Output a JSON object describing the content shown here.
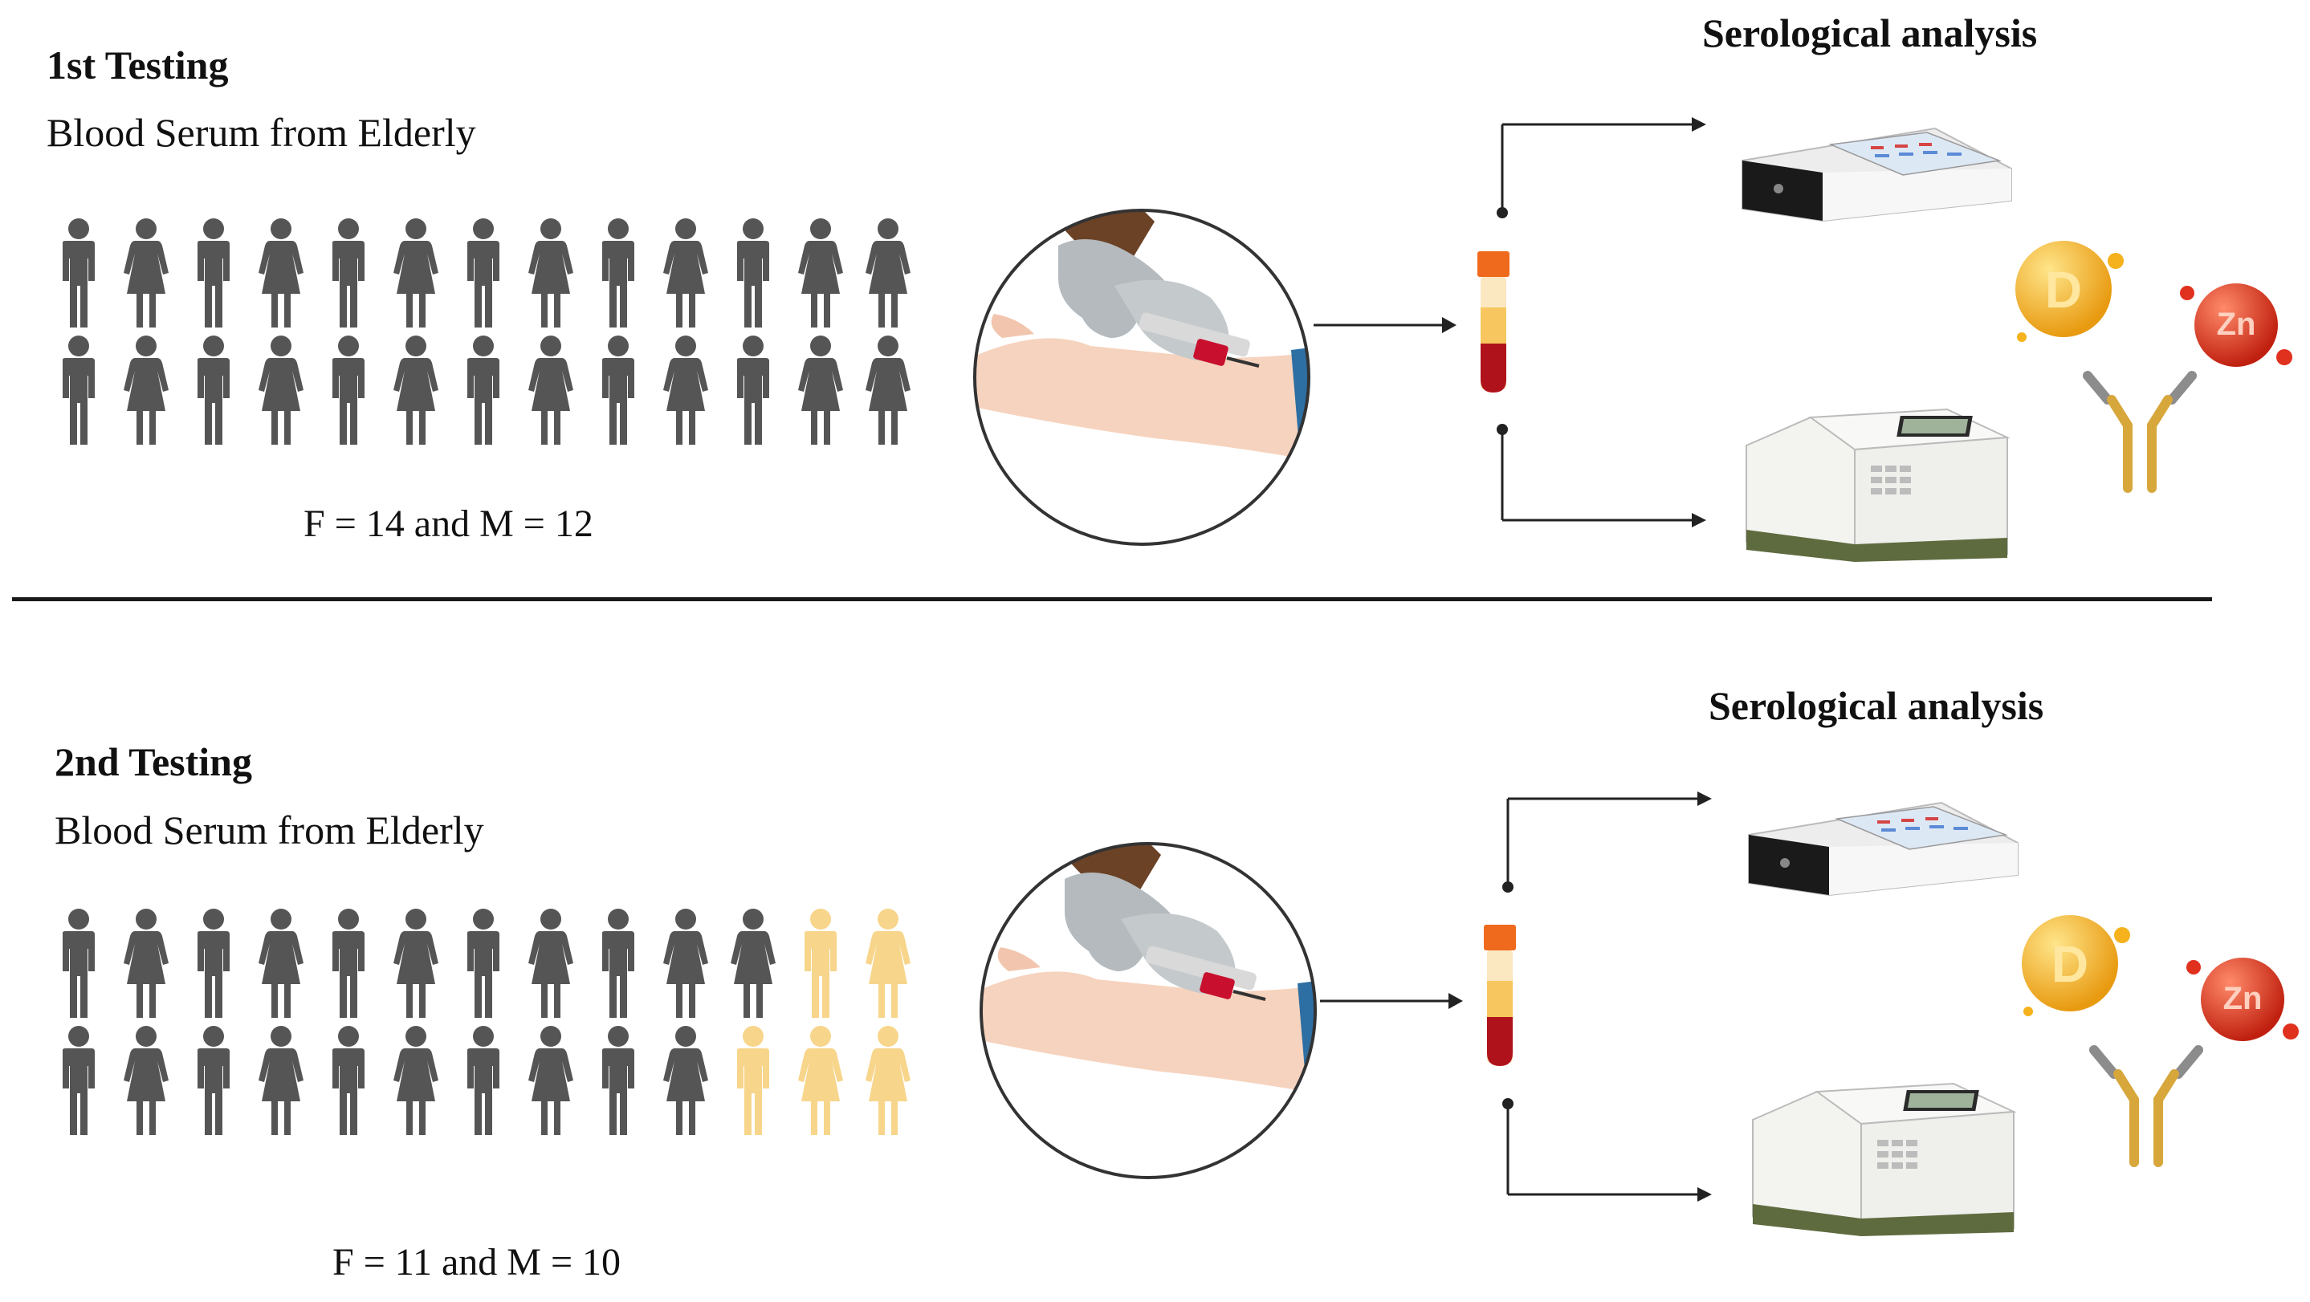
{
  "colors": {
    "person_gray": "#555555",
    "person_highlight": "#F7D58B",
    "divider": "#1a1a1a",
    "tube_cap": "#F06A1D",
    "blood": "#B0121B",
    "serum": "#F7C65E",
    "vitamin_d": "#F5B21C",
    "zinc": "#E0301E",
    "antibody_gray": "#8C8C8C",
    "antibody_gold": "#D7A73C"
  },
  "panels": [
    {
      "heading": "1st Testing",
      "subtitle": "Blood Serum from Elderly",
      "counts_label": "F = 14 and M = 12",
      "serology_label": "Serological analysis",
      "people_rows": [
        [
          "m",
          "f",
          "m",
          "f",
          "m",
          "f",
          "m",
          "f",
          "m",
          "f",
          "m",
          "f",
          "f"
        ],
        [
          "m",
          "f",
          "m",
          "f",
          "m",
          "f",
          "m",
          "f",
          "m",
          "f",
          "m",
          "f",
          "f"
        ]
      ],
      "highlighted": [
        [
          0,
          0,
          0,
          0,
          0,
          0,
          0,
          0,
          0,
          0,
          0,
          0,
          0
        ],
        [
          0,
          0,
          0,
          0,
          0,
          0,
          0,
          0,
          0,
          0,
          0,
          0,
          0
        ]
      ],
      "icons": [
        "blood-draw-icon",
        "blood-tube-icon",
        "ichroma-analyzer-icon",
        "chemistry-analyzer-icon",
        "vitamin-d-icon",
        "zinc-icon",
        "antibody-icon"
      ]
    },
    {
      "heading": "2nd Testing",
      "subtitle": "Blood Serum from Elderly",
      "counts_label": "F = 11 and M = 10",
      "serology_label": "Serological analysis",
      "people_rows": [
        [
          "m",
          "f",
          "m",
          "f",
          "m",
          "f",
          "m",
          "f",
          "m",
          "f",
          "f",
          "m",
          "f"
        ],
        [
          "m",
          "f",
          "m",
          "f",
          "m",
          "f",
          "m",
          "f",
          "m",
          "f",
          "m",
          "f",
          "f"
        ]
      ],
      "highlighted": [
        [
          0,
          0,
          0,
          0,
          0,
          0,
          0,
          0,
          0,
          0,
          0,
          1,
          1
        ],
        [
          0,
          0,
          0,
          0,
          0,
          0,
          0,
          0,
          0,
          0,
          1,
          1,
          1
        ]
      ],
      "icons": [
        "blood-draw-icon",
        "blood-tube-icon",
        "ichroma-analyzer-icon",
        "chemistry-analyzer-icon",
        "vitamin-d-icon",
        "zinc-icon",
        "antibody-icon"
      ]
    }
  ]
}
